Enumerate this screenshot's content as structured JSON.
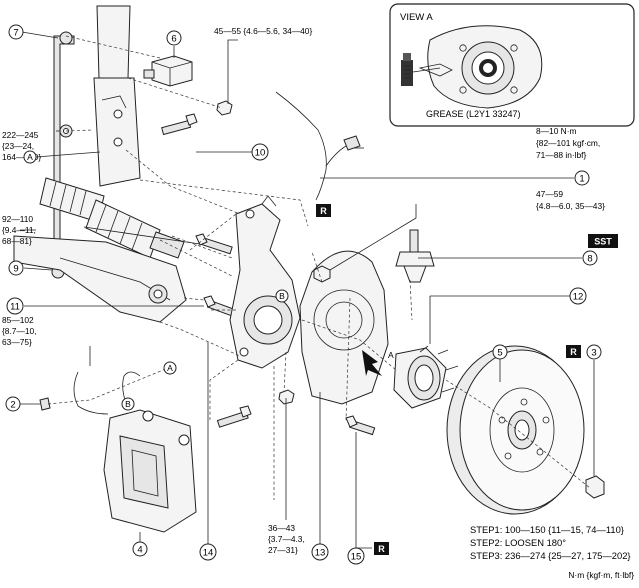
{
  "view_a": {
    "title": "VIEW A",
    "grease_label": "GREASE (L2Y1 33247)"
  },
  "torques": {
    "t1": "45—55 {4.6—5.6, 34—40}",
    "t2": [
      "222—245",
      "{23—24,",
      "164—180}"
    ],
    "t3": [
      "8—10 N·m",
      "{82—101 kgf·cm,",
      "71—88 in·lbf}"
    ],
    "t4": [
      "47—59",
      "{4.8—6.0, 35—43}"
    ],
    "t5": [
      "92—110",
      "{9.4—11,",
      "68—81}"
    ],
    "t6": [
      "85—102",
      "{8.7—10,",
      "63—75}"
    ],
    "t7": [
      "36—43",
      "{3.7—4.3,",
      "27—31}"
    ]
  },
  "callouts": [
    "1",
    "2",
    "3",
    "4",
    "5",
    "6",
    "7",
    "8",
    "9",
    "10",
    "11",
    "12",
    "13",
    "14",
    "15"
  ],
  "letters": {
    "a": "A",
    "b": "B"
  },
  "tags": {
    "r": "R",
    "sst": "SST"
  },
  "steps": [
    "STEP1: 100—150 {11—15, 74—110}",
    "STEP2: LOOSEN 180°",
    "STEP3: 236—274 {25—27, 175—202}"
  ],
  "unit_note": "N·m {kgf·m, ft·lbf}"
}
